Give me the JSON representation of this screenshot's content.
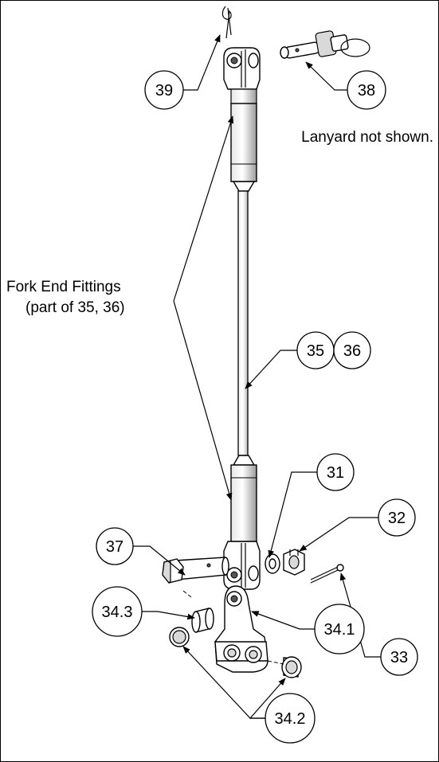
{
  "callouts": {
    "c39": "39",
    "c38": "38",
    "c35": "35",
    "c36": "36",
    "c31": "31",
    "c32": "32",
    "c37": "37",
    "c33": "33",
    "c34_3": "34.3",
    "c34_1": "34.1",
    "c34_2": "34.2"
  },
  "notes": {
    "lanyard": "Lanyard not shown.",
    "fork_line1": "Fork End Fittings",
    "fork_line2": "(part of 35, 36)"
  }
}
